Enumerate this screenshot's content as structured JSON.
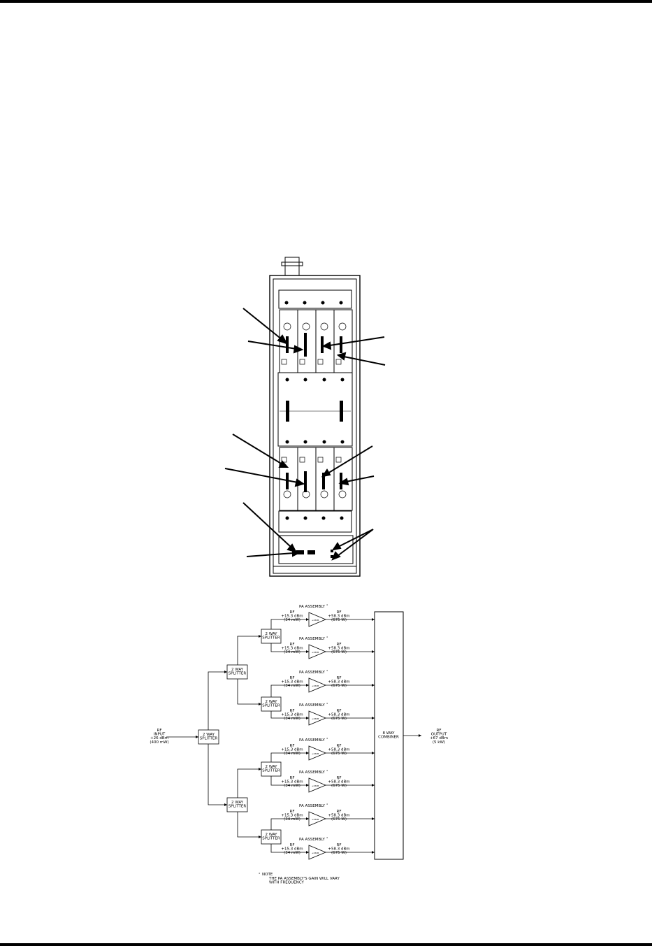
{
  "diagram": {
    "input": {
      "lines": [
        "RF",
        "INPUT",
        "+26 dBm",
        "(400 mW)"
      ]
    },
    "output": {
      "lines": [
        "RF",
        "OUTPUT",
        "+67 dBm",
        "(5 kW)"
      ]
    },
    "main_splitter": {
      "lines": [
        "2 WAY",
        "SPLITTER"
      ]
    },
    "stage2_splitters": [
      {
        "lines": [
          "2 WAY",
          "SPLITTER"
        ]
      },
      {
        "lines": [
          "2 WAY",
          "SPLITTER"
        ]
      }
    ],
    "stage3_splitters": [
      {
        "lines": [
          "2 WAY",
          "SPLITTER"
        ]
      },
      {
        "lines": [
          "2 WAY",
          "SPLITTER"
        ]
      },
      {
        "lines": [
          "2 WAY",
          "SPLITTER"
        ]
      },
      {
        "lines": [
          "2 WAY",
          "SPLITTER"
        ]
      }
    ],
    "combiner": {
      "lines": [
        "8 WAY",
        "COMBINER"
      ]
    },
    "pa_label": "PA ASSEMBLY",
    "pa_gain": "+43dB",
    "in_level": [
      "RF",
      "+15.3 dBm",
      "(34 mW)"
    ],
    "out_level": [
      "RF",
      "+58.3 dBm",
      "(675 W)"
    ],
    "note": {
      "title": "NOTE",
      "lines": [
        "THE PA ASSEMBLY'S GAIN WILL VARY",
        "WITH FREQUENCY"
      ]
    }
  }
}
